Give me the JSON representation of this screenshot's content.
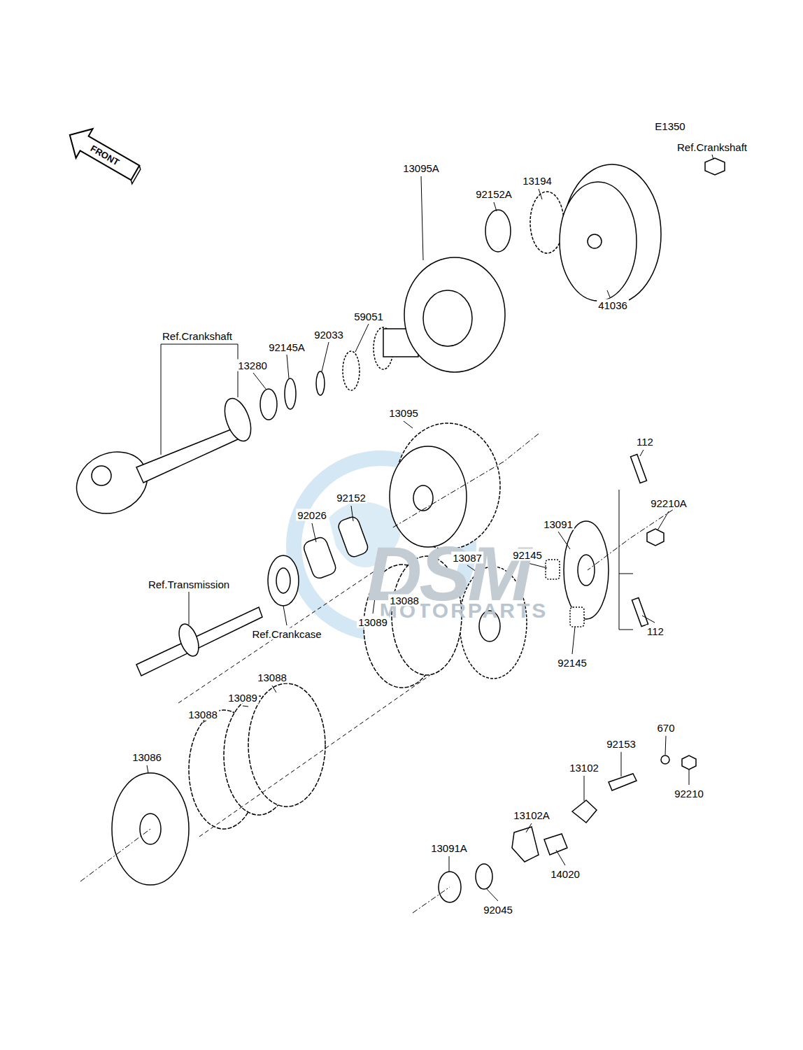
{
  "diagram": {
    "labels": [
      "E1350",
      "FRONT",
      "Ref.Crankshaft",
      "13194",
      "13095A",
      "92152A",
      "41036",
      "Ref.Crankshaft",
      "92145A",
      "92033",
      "59051",
      "13280",
      "13095",
      "112",
      "92210A",
      "92152",
      "92026",
      "13091",
      "92145",
      "13087",
      "Ref.Transmission",
      "13088",
      "13089",
      "Ref.Crankcase",
      "112",
      "92145",
      "13088",
      "13089",
      "13088",
      "13086",
      "670",
      "92153",
      "13102",
      "92210",
      "13102A",
      "14020",
      "13091A",
      "92045",
      "DSM",
      "MOTORPARTS"
    ]
  }
}
